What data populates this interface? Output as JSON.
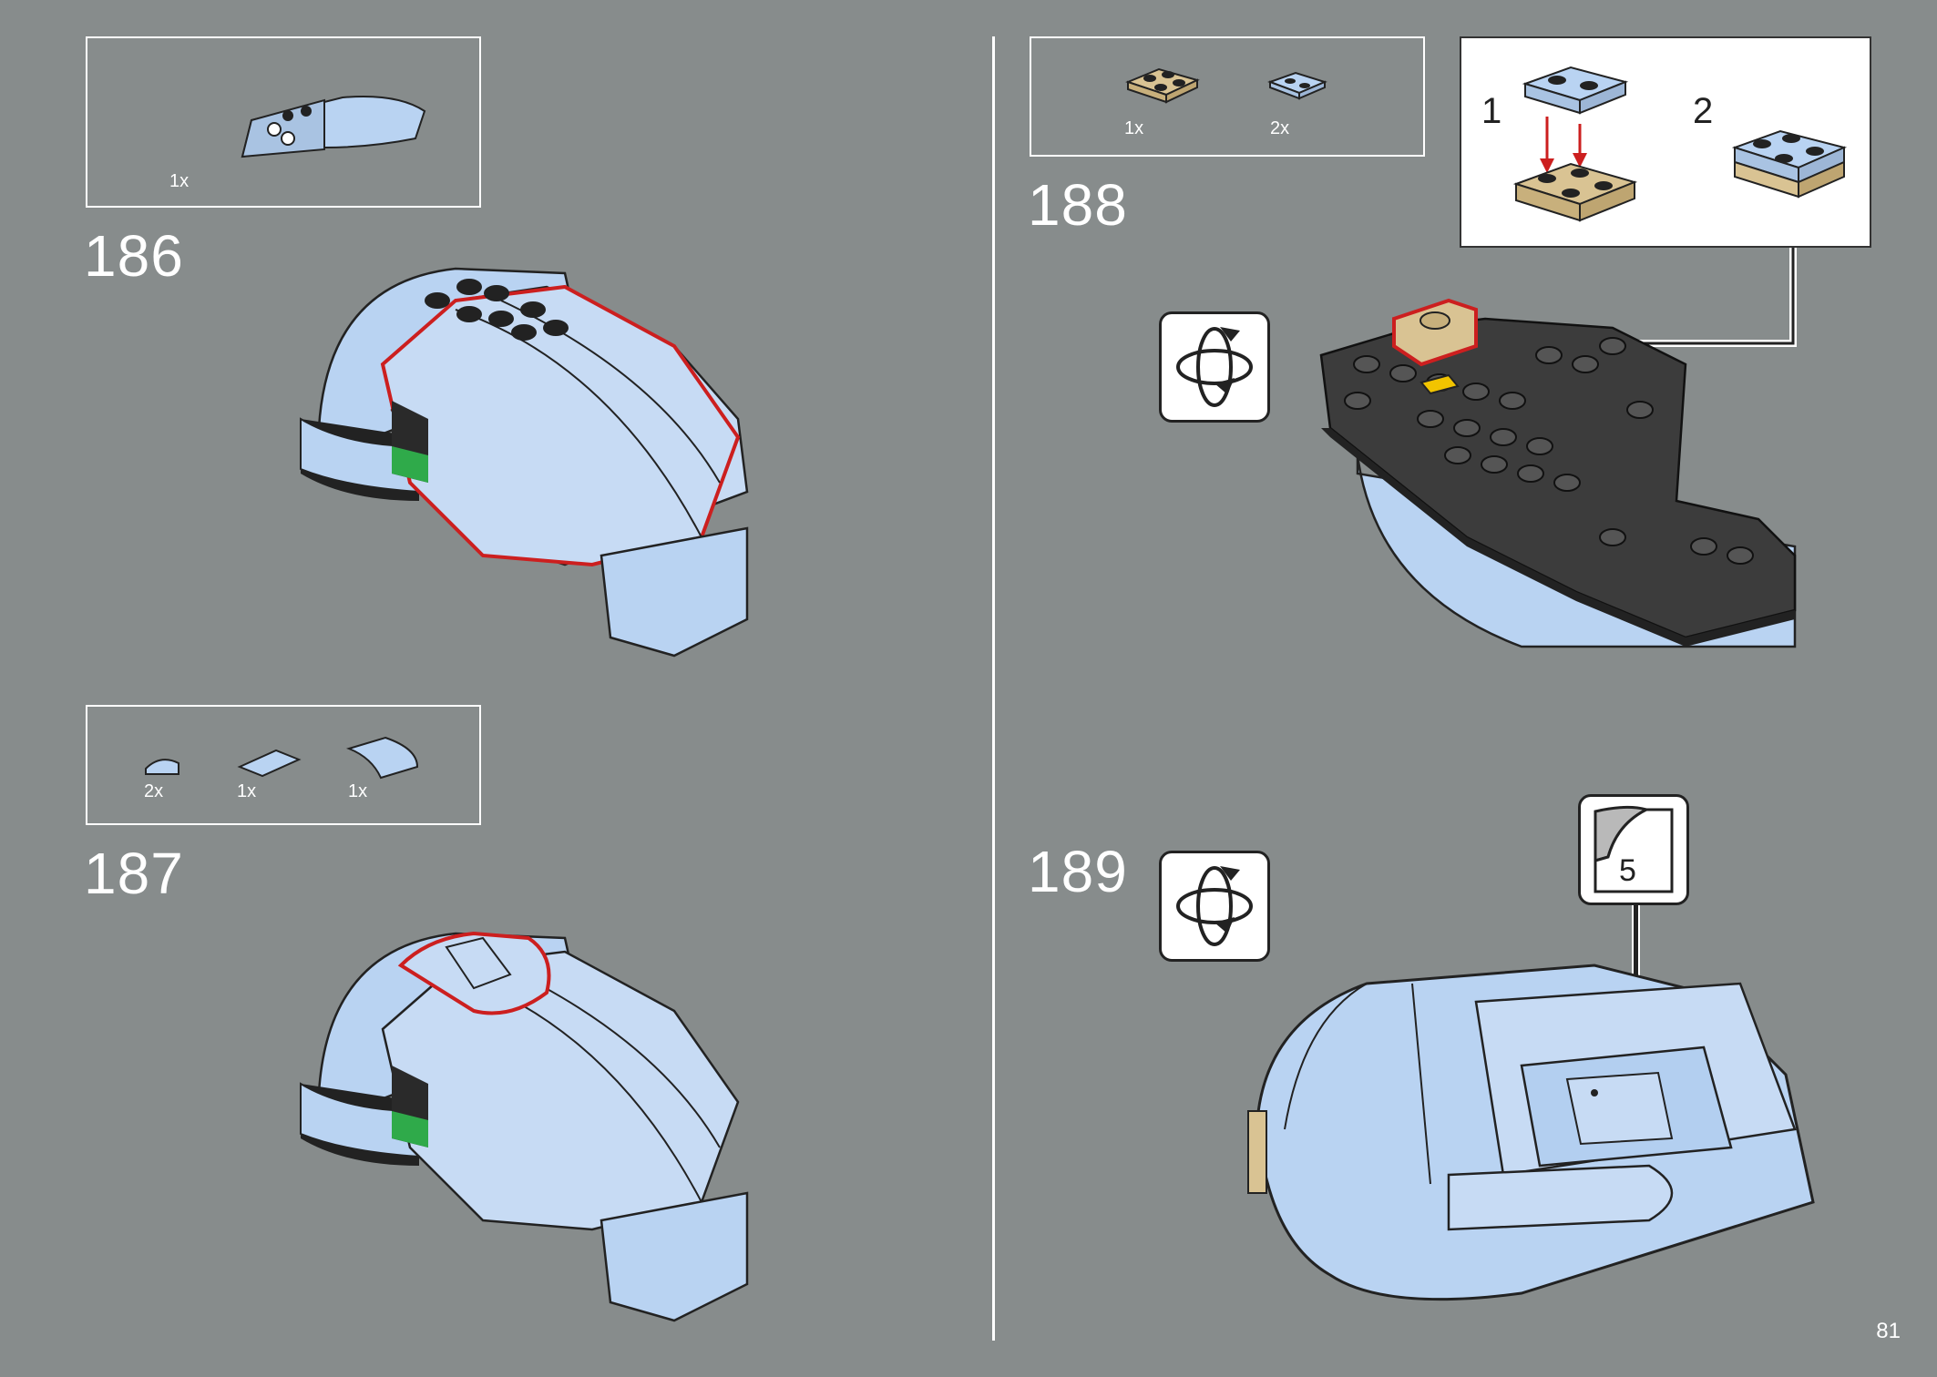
{
  "steps": [
    {
      "number": "186",
      "parts": [
        {
          "qty": "1x"
        }
      ]
    },
    {
      "number": "187",
      "parts": [
        {
          "qty": "2x"
        },
        {
          "qty": "1x"
        },
        {
          "qty": "1x"
        }
      ]
    },
    {
      "number": "188",
      "parts": [
        {
          "qty": "1x"
        },
        {
          "qty": "2x"
        }
      ],
      "substeps": [
        "1",
        "2"
      ]
    },
    {
      "number": "189",
      "sticker": "5"
    }
  ],
  "page_number": "81",
  "colors": {
    "background": "#878c8c",
    "part_blue": "#b9d3f2",
    "tan": "#d9c393",
    "highlight_red": "#cc1f1f",
    "dark_grey": "#3c3c3c"
  },
  "icons": [
    "rotate-model-icon",
    "sticker-icon",
    "arrow-icon"
  ]
}
